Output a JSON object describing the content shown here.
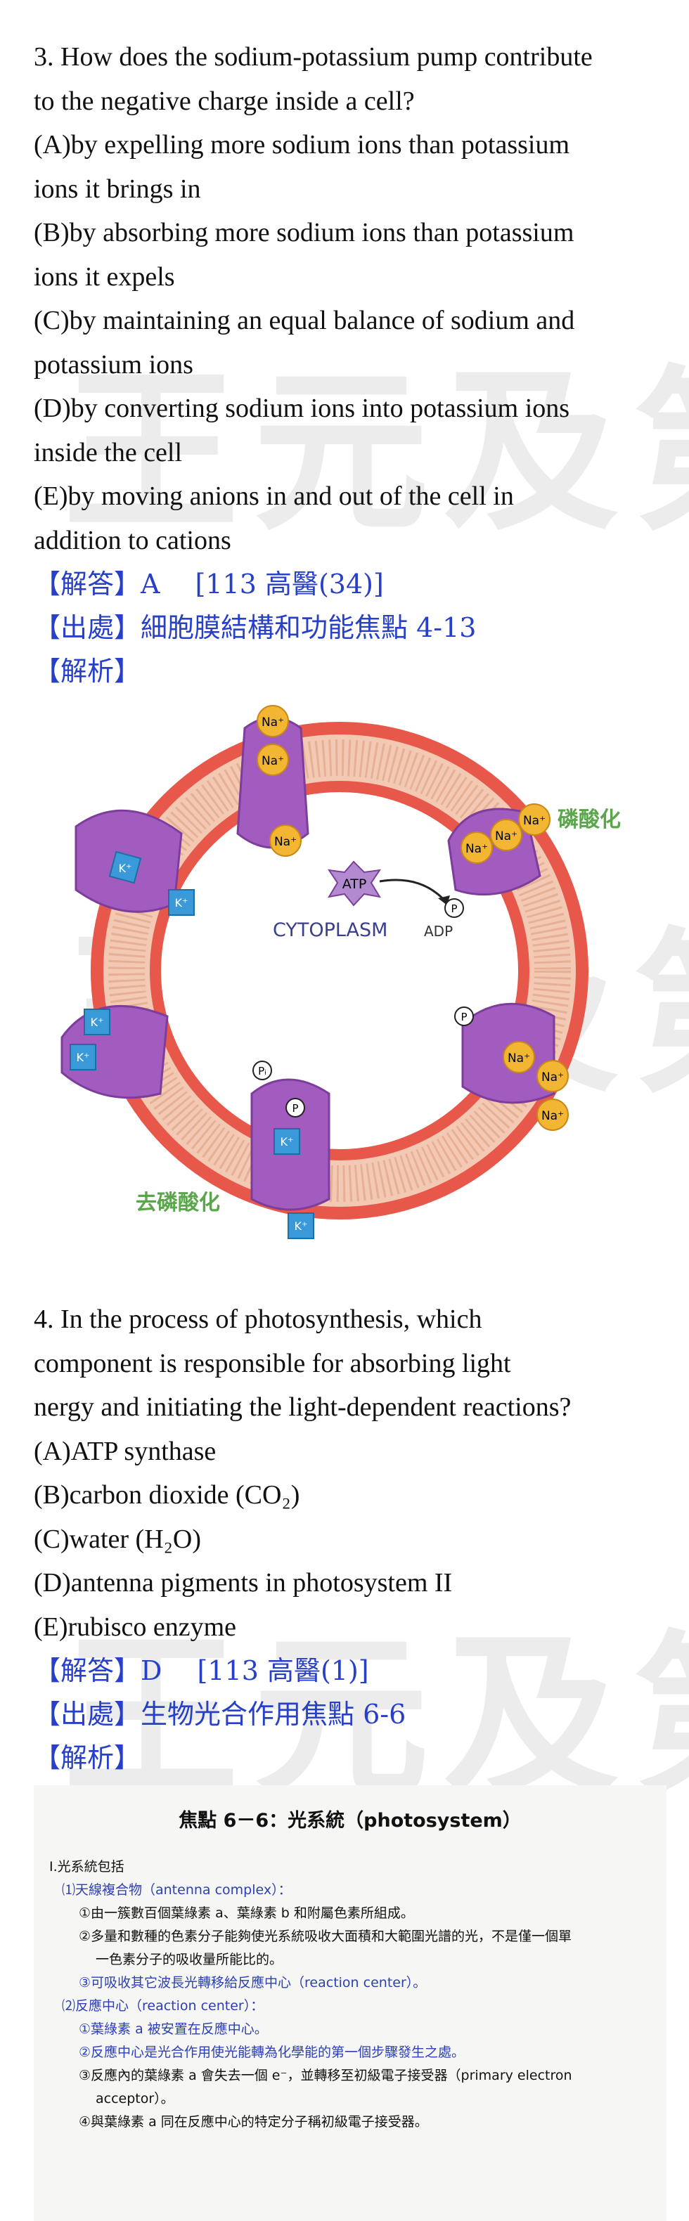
{
  "watermark": "王元及第",
  "q3": {
    "lines": [
      "3. How does the sodium-potassium pump contribute",
      "to the negative charge inside a cell?",
      "(A)by expelling more sodium ions than potassium",
      "ions it brings in",
      "(B)by absorbing more sodium ions than potassium",
      "ions it expels",
      "(C)by maintaining an equal balance of sodium and",
      "potassium ions",
      "(D)by converting sodium ions into potassium ions",
      "inside the cell",
      "(E)by moving anions in and out of the cell in",
      "addition to cations"
    ],
    "answer": "【解答】A　 [113 高醫(34)]",
    "source": "【出處】細胞膜結構和功能焦點 4-13",
    "explain": "【解析】"
  },
  "figure1": {
    "na": "Na⁺",
    "k": "K⁺",
    "atp": "ATP",
    "adp": "ADP",
    "p": "P",
    "pi": "Pᵢ",
    "cytoplasm": "CYTOPLASM",
    "phos": "磷酸化",
    "dephos": "去磷酸化",
    "colors": {
      "membrane": "#e8584a",
      "pump": "#9b59b6",
      "na": "#f2b632",
      "k": "#3a9ad9",
      "label": "#5aa64a"
    }
  },
  "q4": {
    "lines": [
      "4. In the process of photosynthesis, which",
      "component is responsible for absorbing light",
      "nergy and initiating the light-dependent reactions?",
      "(A)ATP synthase",
      "(B)carbon dioxide (CO₂)",
      "(C)water (H₂O)",
      "(D)antenna pigments in photosystem II",
      "(E)rubisco enzyme"
    ],
    "answer": "【解答】D　 [113 高醫(1)]",
    "source": "【出處】生物光合作用焦點 6-6",
    "explain": "【解析】"
  },
  "figure2": {
    "title": "焦點 6－6：光系統（photosystem）",
    "l1": "I.光系統包括",
    "l2": "⑴天線複合物（antenna complex）：",
    "l3": "①由一簇數百個葉綠素 a、葉綠素 b 和附屬色素所組成。",
    "l4": "②多量和數種的色素分子能夠使光系統吸收大面積和大範圍光譜的光，不是僅一個單",
    "l4b": "一色素分子的吸收量所能比的。",
    "l5": "③可吸收其它波長光轉移給反應中心（reaction center）。",
    "l6": "⑵反應中心（reaction center）：",
    "l7": "①葉綠素 a 被安置在反應中心。",
    "l8": "②反應中心是光合作用使光能轉為化學能的第一個步驟發生之處。",
    "l9": "③反應內的葉綠素 a 會失去一個 e⁻，並轉移至初級電子接受器（primary electron",
    "l9b": "acceptor）。",
    "l10": "④與葉綠素 a 同在反應中心的特定分子稱初級電子接受器。"
  }
}
